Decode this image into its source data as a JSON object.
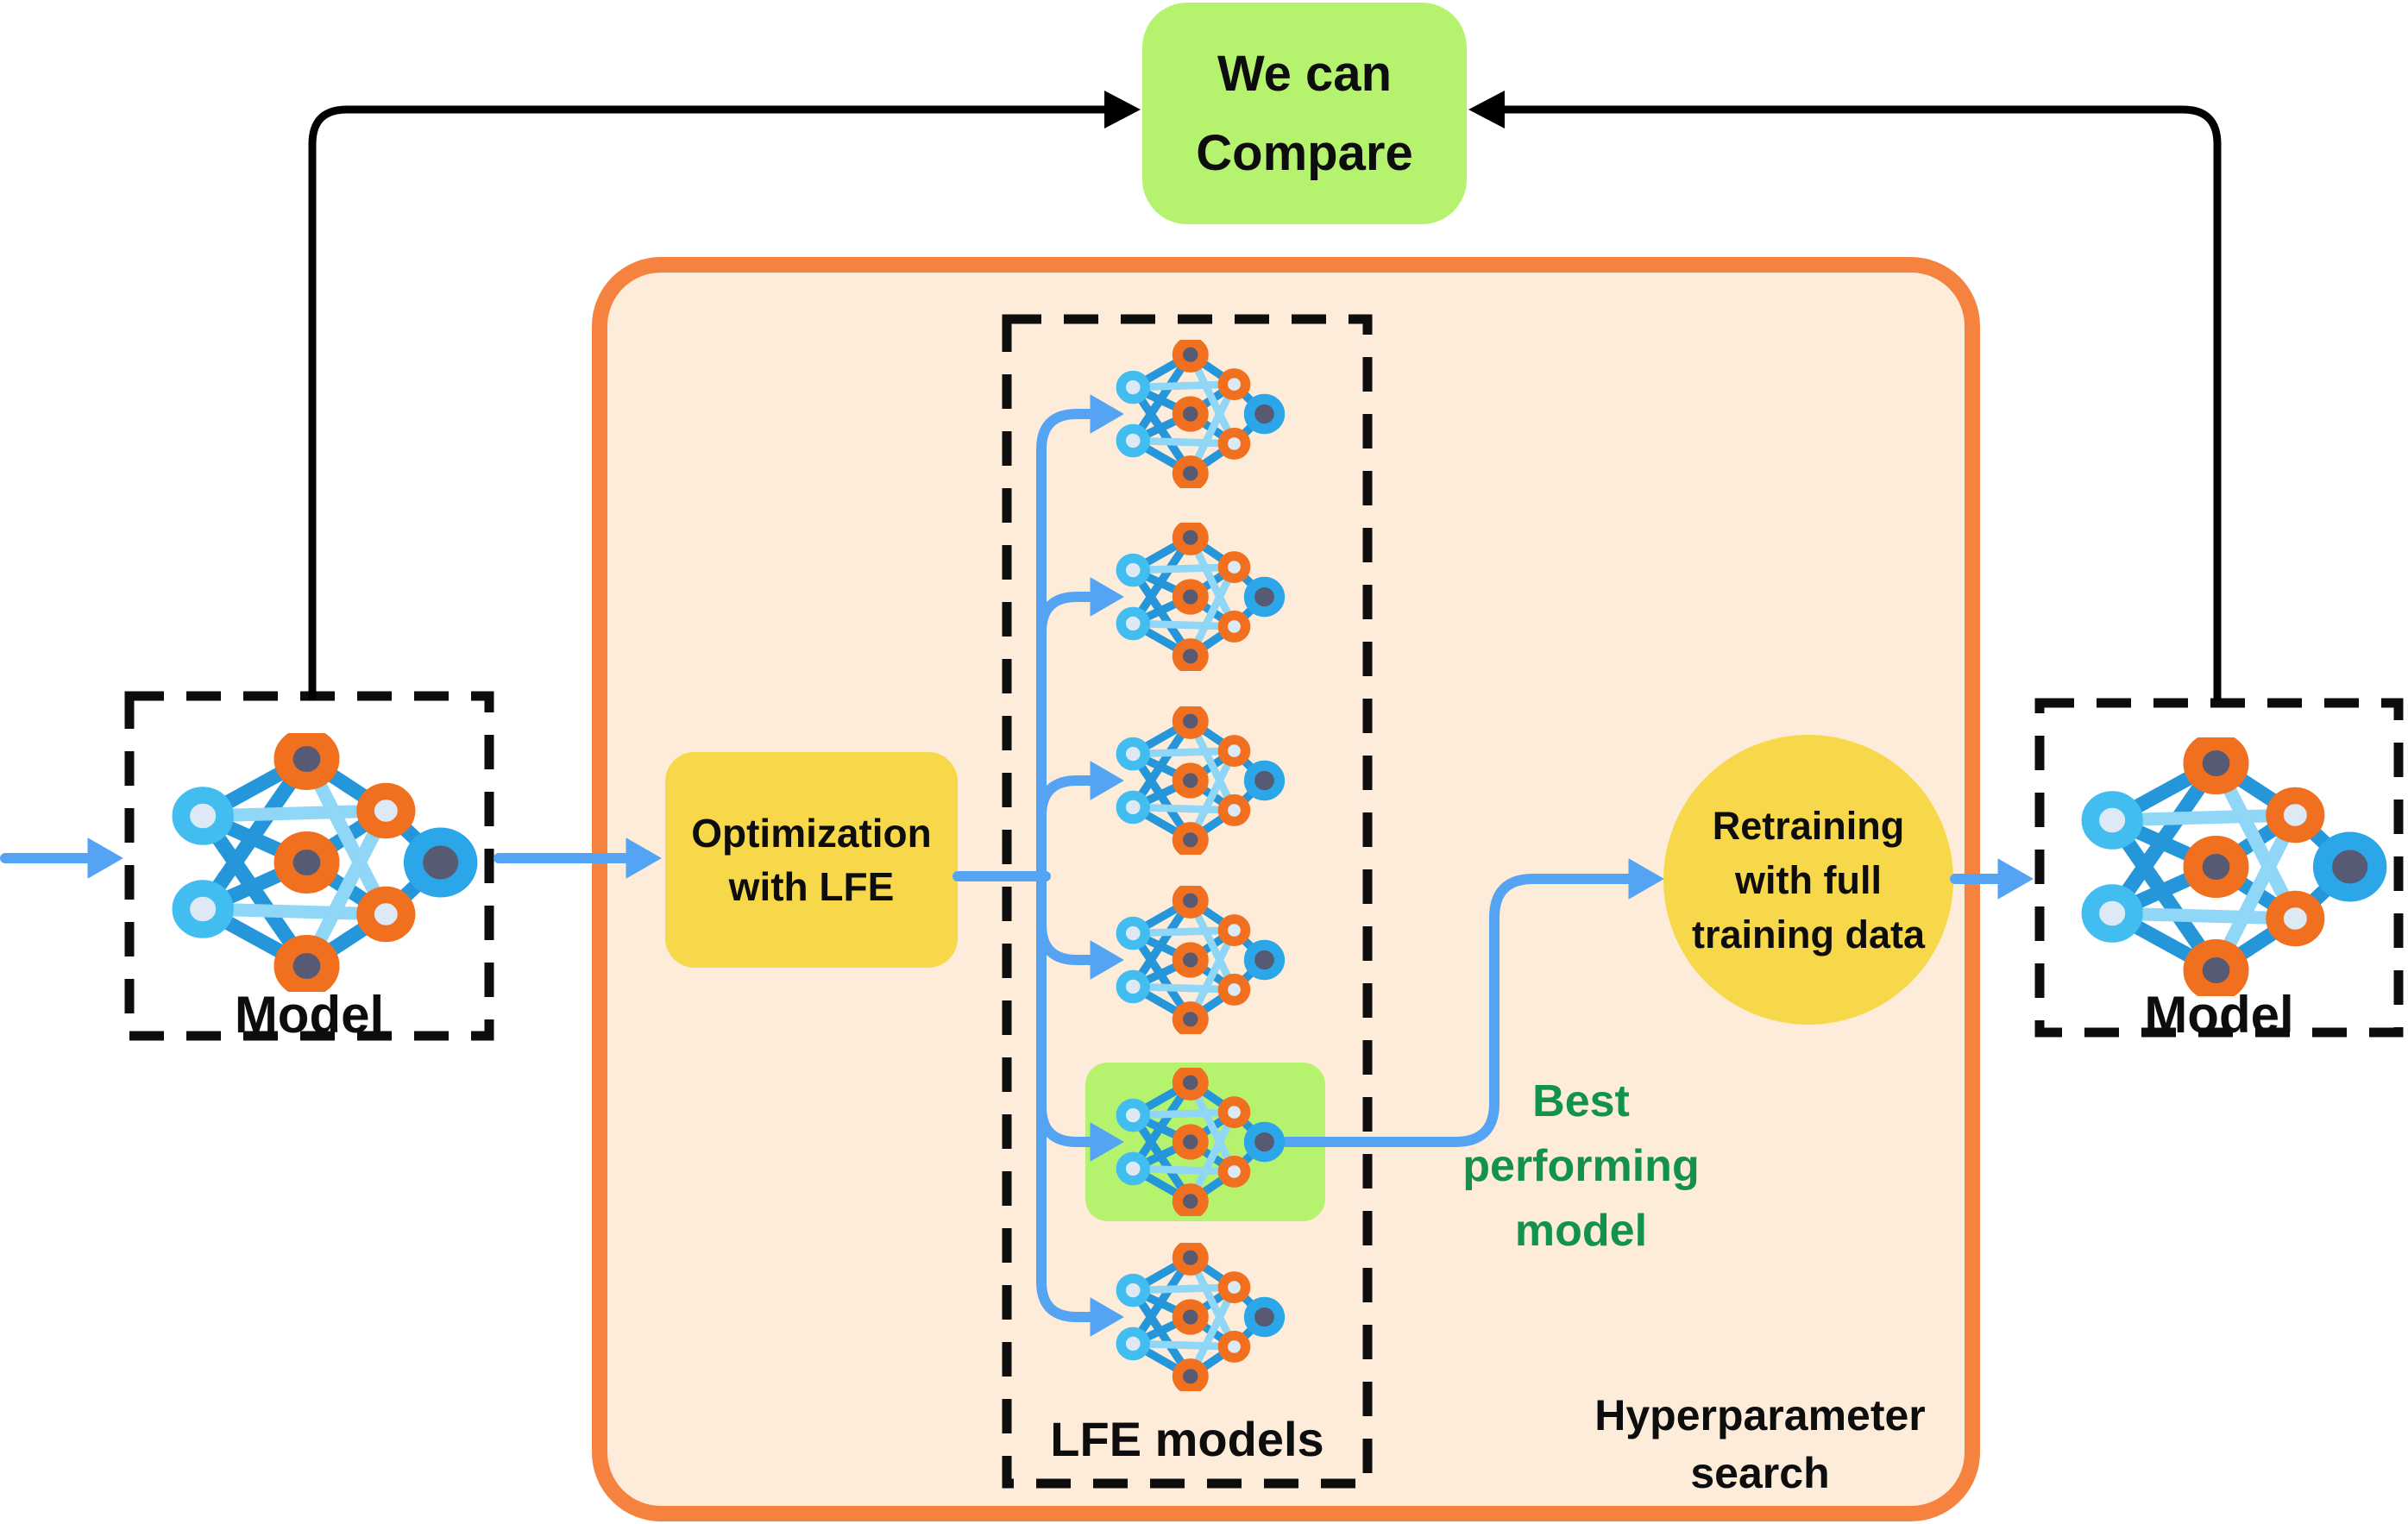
{
  "compare_box": {
    "line1": "We can",
    "line2": "Compare"
  },
  "left_model": {
    "label": "Model"
  },
  "right_model": {
    "label": "Model"
  },
  "optimization_box": {
    "line1": "Optimization",
    "line2": "with LFE"
  },
  "lfe_models_box": {
    "label": "LFE models"
  },
  "best_model_note": {
    "line1": "Best",
    "line2": "performing",
    "line3": "model"
  },
  "retraining_circle": {
    "line1": "Retraining",
    "line2": "with full",
    "line3": "training data"
  },
  "hyperparameter_label": {
    "line1": "Hyperparameter",
    "line2": "search"
  },
  "icon_names": {
    "model_icon": "neural-network-icon"
  },
  "colors": {
    "canvas_bg": "#ffffff",
    "panel_fill": "#fcecd9",
    "panel_border": "#f5823e",
    "yellow_fill": "#f8d84b",
    "green_fill": "#b5f36e",
    "green_text": "#12924a",
    "arrow_blue": "#55a4f3",
    "arrow_black": "#000000",
    "text_color": "#0d0d0d"
  }
}
